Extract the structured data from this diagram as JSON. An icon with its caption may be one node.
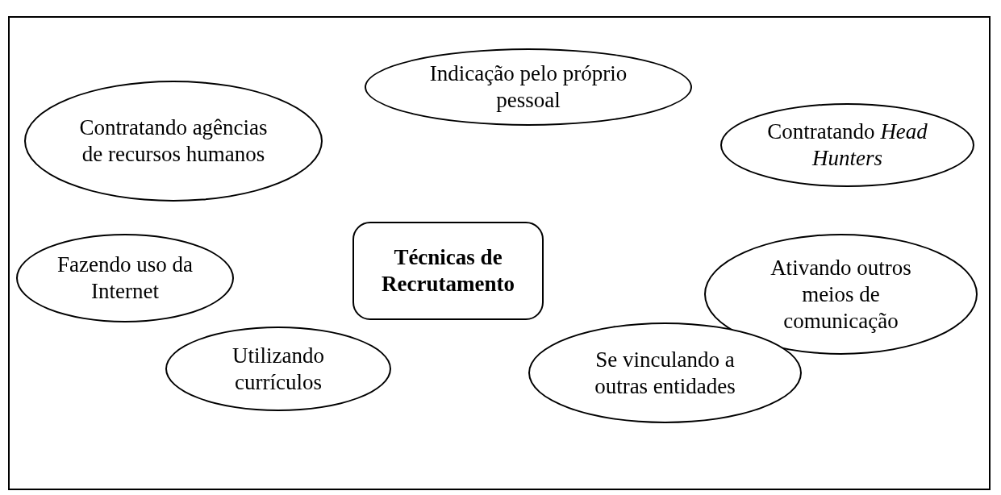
{
  "diagram": {
    "nodes": [
      {
        "text": [
          "Indicação pelo próprio pessoal"
        ]
      },
      {
        "text": [
          "Contratando agências de recursos humanos"
        ]
      },
      {
        "text": [
          "Contratando *Head Hunters*"
        ]
      },
      {
        "text": [
          "Técnicas de Recrutamento"
        ]
      },
      {
        "text": [
          "Fazendo uso da Internet"
        ]
      },
      {
        "text": [
          "Ativando outros meios de comunicação"
        ]
      },
      {
        "text": [
          "Utilizando currículos"
        ]
      },
      {
        "text": [
          "Se vinculando a outras entidades"
        ]
      }
    ],
    "edges": []
  }
}
